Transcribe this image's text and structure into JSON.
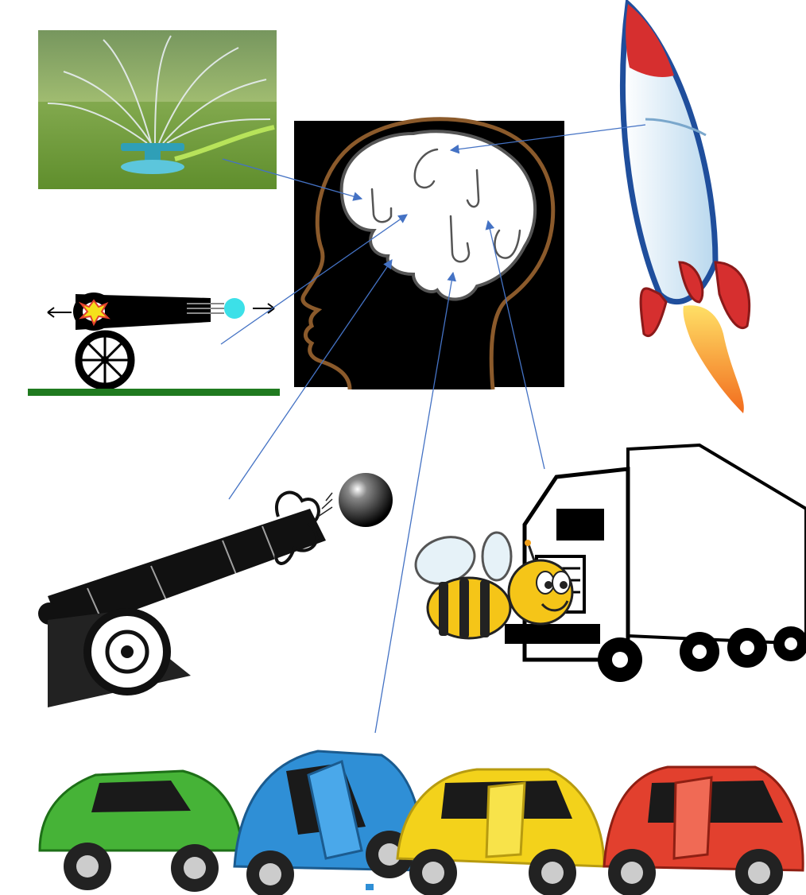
{
  "slide": {
    "background": "#ffffff",
    "arrow_color": "#4472c4"
  },
  "images": [
    {
      "key": "sprinkler",
      "icon": "lawn-sprinkler-photo"
    },
    {
      "key": "head",
      "icon": "head-brain-hooks"
    },
    {
      "key": "rocket",
      "icon": "rocket-illustration"
    },
    {
      "key": "cannon-diagram",
      "icon": "cannon-diagram"
    },
    {
      "key": "antique-cannon",
      "icon": "antique-cannon"
    },
    {
      "key": "cannonball",
      "icon": "cannonball"
    },
    {
      "key": "truck-bee",
      "icon": "semi-truck-with-bee"
    },
    {
      "key": "car-crash",
      "icon": "car-pileup"
    }
  ],
  "colors": {
    "head_bg": "#000000",
    "head_outline": "#8b5a2b",
    "brain_stroke": "#555555",
    "grass": "#1f7a1f",
    "rocket_red": "#d62f2f",
    "rocket_blue": "#1f4e9c",
    "flame": "#f7a21b",
    "bee_yellow": "#f5c518",
    "car_green": "#46b337",
    "car_blue": "#2f8fd6",
    "car_yellow": "#f3d21b",
    "car_red": "#e2402e"
  }
}
